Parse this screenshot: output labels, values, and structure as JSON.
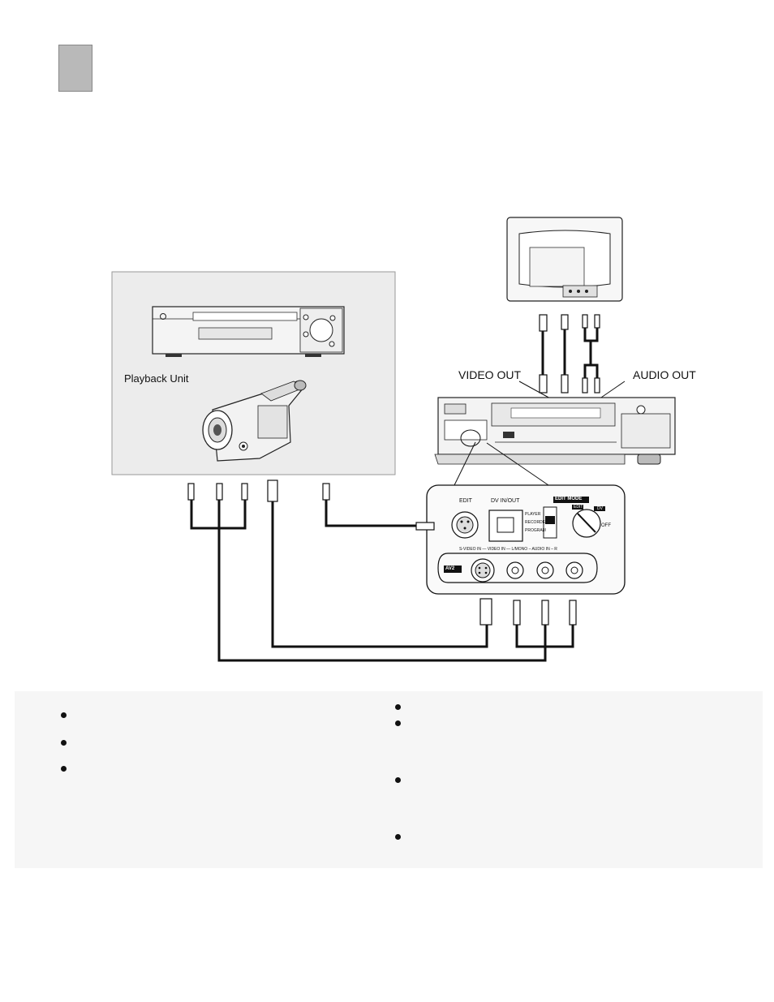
{
  "diagram": {
    "playback_unit_label": "Playback Unit",
    "video_out_label": "VIDEO OUT",
    "audio_out_label": "AUDIO OUT",
    "panel": {
      "edit": "EDIT",
      "dv_in_out": "DV IN/OUT",
      "edit_mode": "EDIT MODE",
      "player": "PLAYER",
      "recorder": "RECORDER",
      "program": "PROGRAM",
      "edit_small": "EDIT",
      "dv_small": "DV",
      "off": "OFF",
      "av_row": "S-VIDEO IN — VIDEO IN — L/MONO – AUDIO IN – R",
      "av2": "AV2"
    }
  },
  "colors": {
    "panel_bg": "#ececec",
    "tab_gray": "#b9b9b9",
    "notes_bg": "#f6f6f6",
    "line": "#111111"
  }
}
